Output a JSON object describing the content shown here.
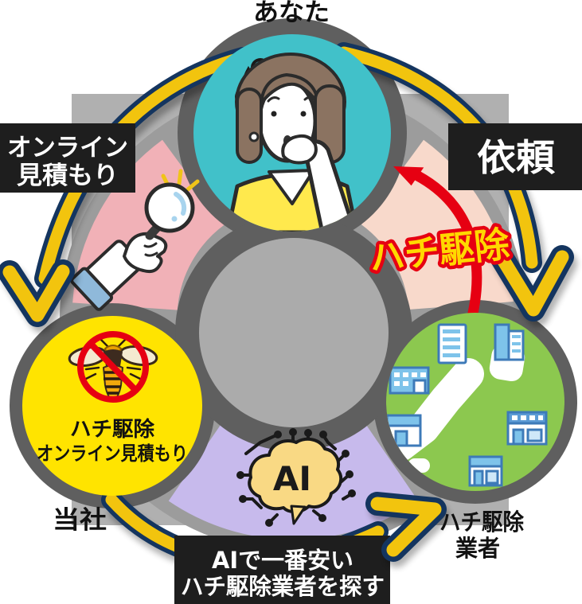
{
  "labels": {
    "you": "あなた",
    "our_company": "当社",
    "contractors_line1": "ハチ駆除",
    "contractors_line2": "業者"
  },
  "boxes": {
    "online_quote_line1": "オンライン",
    "online_quote_line2": "見積もり",
    "request": "依頼",
    "ai_search_line1": "AIで一番安い",
    "ai_search_line2": "ハチ駆除業者を探す"
  },
  "flow": {
    "red_label": "ハチ駆除"
  },
  "company_circle": {
    "line1": "ハチ駆除",
    "line2": "オンライン見積もり"
  },
  "ai": {
    "label": "AI"
  },
  "colors": {
    "teal": "#41c1c9",
    "yellow": "#ffe400",
    "green": "#8cc84f",
    "pink": "#f1b1b7",
    "peach": "#f8d9cb",
    "purple": "#c7baec",
    "red": "#e60012",
    "red_label_fill": "#ffd800",
    "arrow_yellow": "#f2c40e",
    "arrow_navy": "#14355f",
    "box_bg": "#1e1e1e",
    "bg_square": "#b0b0b0",
    "ring_grey": "#9c9c9c",
    "halo_grey": "#5f5f5f",
    "center_grey": "#ababab",
    "text_black": "#111111"
  }
}
